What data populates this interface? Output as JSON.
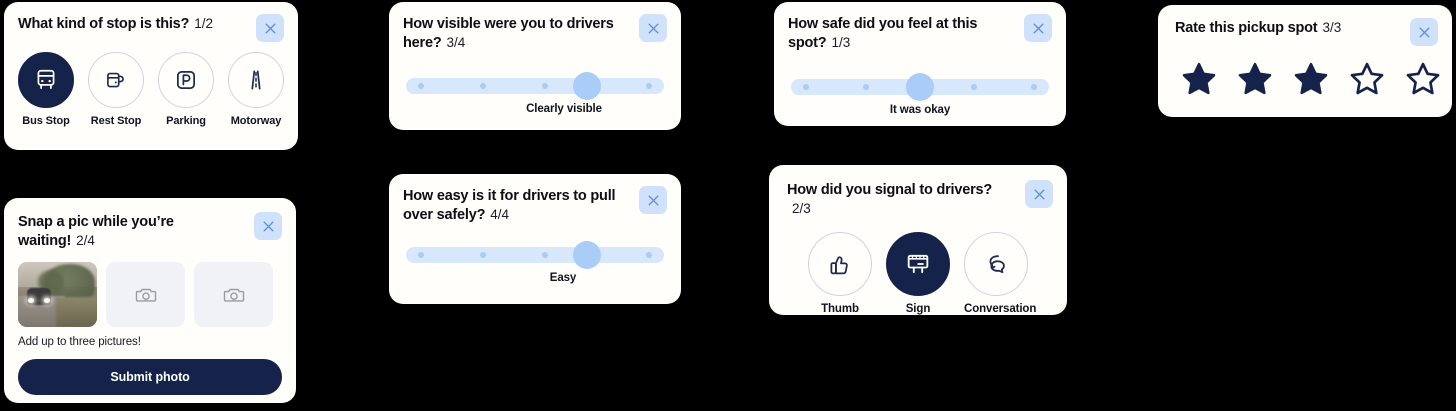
{
  "theme": {
    "navy": "#15234a",
    "card_bg": "#fffefb",
    "close_bg": "#cfe1fb",
    "close_icon": "#5d8fd6",
    "track": "#d7e7fc",
    "thumb": "#a9cdf6",
    "tile": "#f1f2f6",
    "circle_border": "#d2d4dc"
  },
  "cards": {
    "stop_kind": {
      "title": "What kind of stop is this?",
      "count": "1/2",
      "close_label": "close-icon",
      "options": [
        {
          "label": "Bus Stop",
          "icon": "bus-icon",
          "selected": true
        },
        {
          "label": "Rest Stop",
          "icon": "coffee-cup-icon",
          "selected": false
        },
        {
          "label": "Parking",
          "icon": "parking-icon",
          "selected": false
        },
        {
          "label": "Motorway",
          "icon": "motorway-icon",
          "selected": false
        },
        {
          "label": "",
          "icon": "bus-icon",
          "selected": false
        }
      ]
    },
    "photo": {
      "title": "Snap a pic while you’re waiting!",
      "count": "2/4",
      "tiles": [
        {
          "name": "photo-thumbnail",
          "filled": true
        },
        {
          "name": "camera-placeholder",
          "filled": false
        },
        {
          "name": "camera-placeholder",
          "filled": false
        }
      ],
      "hint": "Add up to three pictures!",
      "submit_label": "Submit photo"
    },
    "visible": {
      "title": "How visible were you to drivers here?",
      "count": "3/4",
      "caption": "Clearly visible",
      "steps": 5,
      "value": 4
    },
    "easy": {
      "title": "How easy is it for drivers to pull over safely?",
      "count": "4/4",
      "caption": "Easy",
      "steps": 5,
      "value": 4
    },
    "safe": {
      "title": "How safe did you feel at this spot?",
      "count": "1/3",
      "caption": "It was okay",
      "steps": 5,
      "value": 3
    },
    "signal": {
      "title": "How did you signal to drivers?",
      "count": "2/3",
      "options": [
        {
          "label": "Thumb",
          "icon": "thumbs-up-icon",
          "selected": false
        },
        {
          "label": "Sign",
          "icon": "sign-board-icon",
          "selected": true
        },
        {
          "label": "Conversation",
          "icon": "speech-bubbles-icon",
          "selected": false
        }
      ]
    },
    "rate": {
      "title": "Rate this pickup spot",
      "count": "3/3",
      "stars_total": 5,
      "stars_filled": 3
    }
  }
}
